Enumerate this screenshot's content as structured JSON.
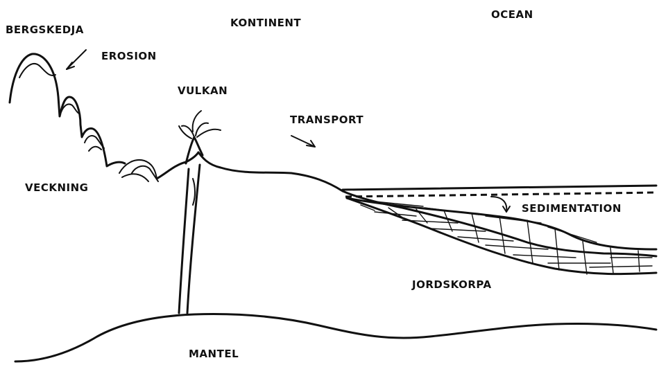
{
  "labels": {
    "bergskedja": "BERGSKEDJA",
    "erosion": "EROSION",
    "kontinent": "KONTINENT",
    "ocean": "OCEAN",
    "vulkan": "VULKAN",
    "transport": "TRANSPORT",
    "veckning": "VECKNING",
    "sedimentation": "SEDIMENTATION",
    "jordskorpa": "JORDSKORPA",
    "mantel": "MANTEL"
  },
  "colors": {
    "ink": "#111111",
    "background": "#ffffff"
  }
}
